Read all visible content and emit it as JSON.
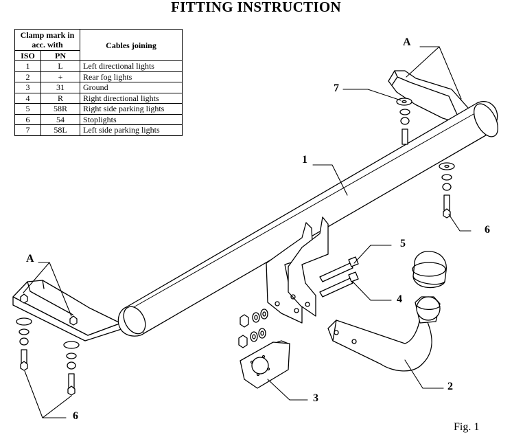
{
  "title": "FITTING INSTRUCTION",
  "table": {
    "header_group": "Clamp mark in acc. with",
    "header_iso": "ISO",
    "header_pn": "PN",
    "header_desc": "Cables joining",
    "rows": [
      {
        "iso": "1",
        "pn": "L",
        "desc": "Left directional lights"
      },
      {
        "iso": "2",
        "pn": "+",
        "desc": "Rear fog lights"
      },
      {
        "iso": "3",
        "pn": "31",
        "desc": "Ground"
      },
      {
        "iso": "4",
        "pn": "R",
        "desc": "Right directional lights"
      },
      {
        "iso": "5",
        "pn": "58R",
        "desc": "Right side parking lights"
      },
      {
        "iso": "6",
        "pn": "54",
        "desc": "Stoplights"
      },
      {
        "iso": "7",
        "pn": "58L",
        "desc": "Left side parking lights"
      }
    ]
  },
  "callouts": {
    "a_top": "A",
    "a_left": "A",
    "n1": "1",
    "n2": "2",
    "n3": "3",
    "n4": "4",
    "n5": "5",
    "n6_right": "6",
    "n6_bottom": "6",
    "n7": "7"
  },
  "figure_caption": "Fig. 1"
}
